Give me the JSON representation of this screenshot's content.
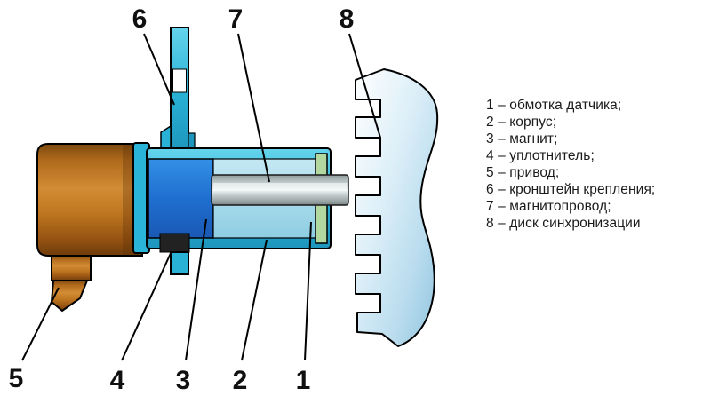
{
  "diagram": {
    "title_hint": "crankshaft-position-sensor-cutaway",
    "palette": {
      "connector_brown": "#c07a24",
      "housing_cyan": "#29b2d6",
      "magnet_blue": "#1f6fd0",
      "winding_light_blue": "#a6d8e8",
      "core_gray": "#c2cccc",
      "seal_dark": "#222222",
      "end_green": "#b2d8a0",
      "disk_light_blue": "#bfe0ef",
      "outline": "#000000"
    }
  },
  "callouts": {
    "1": "1",
    "2": "2",
    "3": "3",
    "4": "4",
    "5": "5",
    "6": "6",
    "7": "7",
    "8": "8"
  },
  "legend": {
    "items": [
      "1 – обмотка датчика;",
      "2 – корпус;",
      "3 – магнит;",
      "4 – уплотнитель;",
      "5 – привод;",
      "6 – кронштейн крепления;",
      "7 – магнитопровод;",
      "8 – диск синхронизации"
    ]
  }
}
